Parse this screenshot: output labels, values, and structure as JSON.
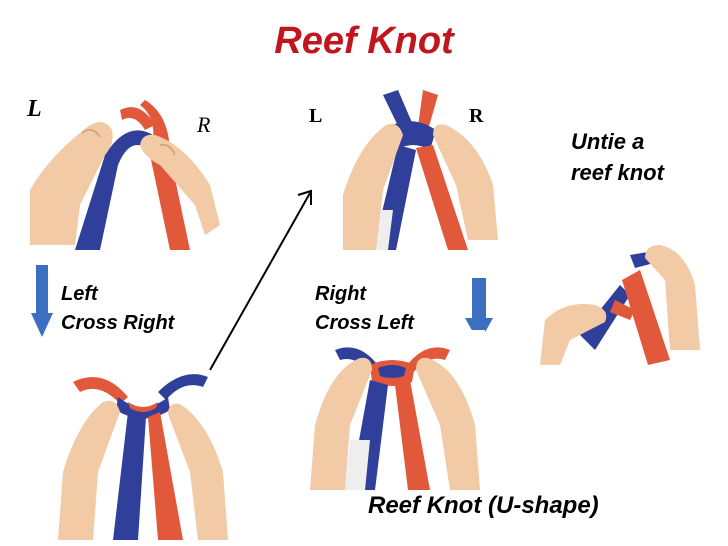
{
  "title": "Reef Knot",
  "colors": {
    "title": "#c0171e",
    "rope_red": "#e2583a",
    "rope_blue": "#2f3f9a",
    "arrow_blue": "#3a6fc2",
    "skin": "#f2caa5",
    "skin_shadow": "#d9a67c"
  },
  "hand_labels": {
    "photo1_left": "L",
    "photo1_right": "R",
    "photo3_left": "L",
    "photo3_right": "R"
  },
  "steps": {
    "step1_line1": "Left",
    "step1_line2": "Cross Right",
    "step2_line1": "Right",
    "step2_line2": "Cross Left"
  },
  "untie": {
    "line1": "Untie a",
    "line2": "reef knot"
  },
  "final_caption": "Reef Knot (U-shape)",
  "icons": [
    "down-arrow-icon",
    "diagonal-arrow-icon"
  ]
}
